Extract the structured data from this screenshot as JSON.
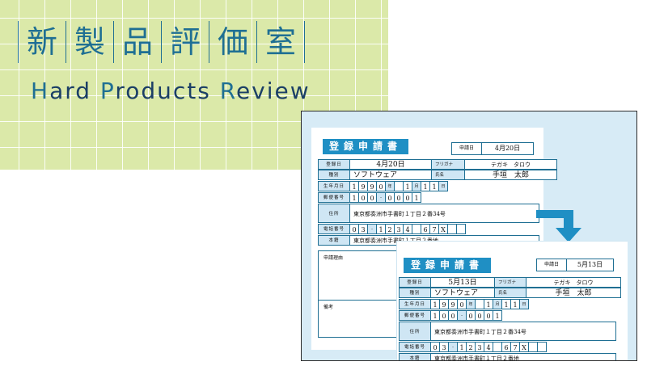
{
  "header": {
    "jp_chars": [
      "新",
      "製",
      "品",
      "評",
      "価",
      "室"
    ],
    "en_title": [
      {
        "cap": "H",
        "rest": "ard "
      },
      {
        "cap": "P",
        "rest": "roducts "
      },
      {
        "cap": "R",
        "rest": "eview"
      }
    ]
  },
  "colors": {
    "header_bg": "#dbe9a9",
    "accent": "#1f8fc4",
    "panel_bg": "#d7ebf6"
  },
  "form_before": {
    "title": "登録申請書",
    "date_label": "申請日",
    "date_value": "4月20日",
    "reg_label": "登録日",
    "reg_value": "4月20日",
    "kana_label": "フリガナ",
    "kana_value": "テガキ　タロウ",
    "type_label": "種別",
    "type_value": "ソフトウェア",
    "name_label": "氏名",
    "name_value": "手垣　太郎",
    "birth_label": "生年月日",
    "birth_digits": [
      "1",
      "9",
      "9",
      "0",
      "年",
      "",
      "1",
      "月",
      "1",
      "1",
      "日"
    ],
    "zip_label": "郵便番号",
    "zip_digits": [
      "1",
      "0",
      "0",
      "-",
      "0",
      "0",
      "0",
      "1"
    ],
    "addr_label": "住所",
    "addr_value": "東京都奏洲市手書町１丁目２番34号",
    "tel_label": "電話番号",
    "tel_digits": [
      "0",
      "3",
      "-",
      "1",
      "2",
      "3",
      "4",
      "",
      "6",
      "7",
      "X",
      "",
      ""
    ],
    "honseki_label": "本籍",
    "honseki_value": "東京都奏洲市手書町１丁目２番地",
    "reason_label": "申請理由",
    "note_label": "備考"
  },
  "form_after": {
    "title": "登録申請書",
    "date_label": "申請日",
    "date_value": "5月13日",
    "reg_label": "登録日",
    "reg_value": "5月13日",
    "kana_label": "フリガナ",
    "kana_value": "テガキ　タロウ",
    "type_label": "種別",
    "type_value": "ソフトウェア",
    "name_label": "氏名",
    "name_value": "手垣　太郎",
    "birth_label": "生年月日",
    "birth_digits": [
      "1",
      "9",
      "9",
      "0",
      "年",
      "",
      "1",
      "月",
      "1",
      "1",
      "日"
    ],
    "zip_label": "郵便番号",
    "zip_digits": [
      "1",
      "0",
      "0",
      "-",
      "0",
      "0",
      "0",
      "1"
    ],
    "addr_label": "住所",
    "addr_value": "東京都奏洲市手書町１丁目２番34号",
    "tel_label": "電話番号",
    "tel_digits": [
      "0",
      "3",
      "-",
      "1",
      "2",
      "3",
      "4",
      "",
      "6",
      "7",
      "X",
      "",
      ""
    ],
    "honseki_label": "本籍",
    "honseki_value": "東京都奏洲市手書町１丁目２番地"
  }
}
